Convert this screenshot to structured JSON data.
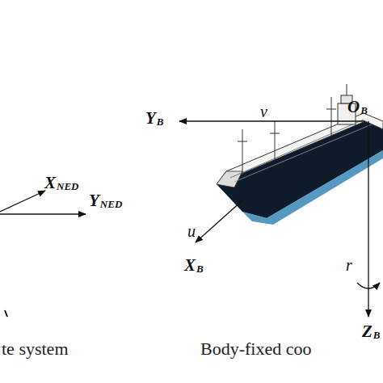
{
  "diagram": {
    "labels": [
      "X",
      "NED",
      "Y",
      "NED",
      "Y",
      "B",
      "v",
      "O",
      "B",
      "u",
      "X",
      "B",
      "r",
      "Z",
      "B",
      "te system",
      "Body-fixed coo"
    ]
  }
}
